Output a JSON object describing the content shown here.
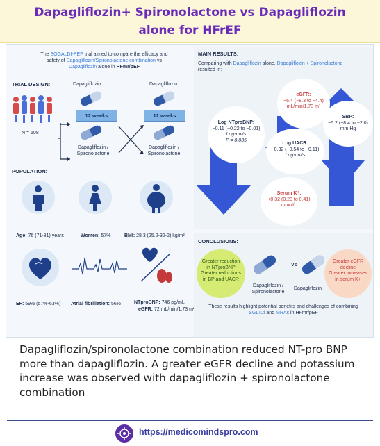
{
  "header": {
    "title": "Dapagliflozin+ Spironolactone vs Dapagliflozin alone for HFrEF"
  },
  "abstract": {
    "intro": {
      "line1a": "The ",
      "trial": "SOGALDI-PEF",
      "line1b": " trial aimed to compare the efficacy and",
      "line2a": "safety of ",
      "combo": "Dapagliflozin/Spironolactone combination",
      "line2b": " vs",
      "dapa": "Dapagliflozin",
      "line3b": " alone in ",
      "population": "HFmr/pEF"
    },
    "trial_design": {
      "label": "TRIAL DESIGN:",
      "n": "N = 108",
      "weeks": "12 weeks",
      "arm_top": "Dapagliflozin",
      "arm_bottom_1": "Dapagliflozin /",
      "arm_bottom_2": "Spironolactone"
    },
    "population": {
      "label": "POPULATION:",
      "age_key": "Age:",
      "age_val": " 76 (71-81) years",
      "women_key": "Women:",
      "women_val": " 57%",
      "bmi_key": "BMI:",
      "bmi_val": " 28.3 (25.2-32-2) kg/m²",
      "ef_key": "EF:",
      "ef_val": " 59% (57%-63%)",
      "af_key": "Atrial fibrillation:",
      "af_val": " 56%",
      "ntprobnp_key": "NTproBNP:",
      "ntprobnp_val": " 746 pg/mL",
      "egfr_key": "eGFR:",
      "egfr_val": " 72 mL/min/1.73 m²"
    },
    "main_results": {
      "label": "MAIN RESULTS:",
      "sub1": "Comparing with ",
      "sub_dapa": "Dapagliflozin",
      "sub2": " alone, ",
      "sub_combo": "Dapagliflozin + Spironolactone",
      "sub3": "resulted in:",
      "ntprobnp": {
        "title": "Log NTproBNP:",
        "value": "−0.11 (−0.22 to −0.01)",
        "unit": "Log-units",
        "p": "P = 0.035"
      },
      "egfr": {
        "title": "eGFR:",
        "value": "−6.4 (−8.3 to −4.4)",
        "unit": "mL/min/1.73 m²"
      },
      "uacr": {
        "title": "Log UACR:",
        "value": "−0.32 (−0.54 to −0.11)",
        "unit": "Log-units"
      },
      "sbp": {
        "title": "SBP:",
        "value": "−5.2 (−8.4 to −2.0)",
        "unit": "mm Hg"
      },
      "potassium": {
        "title": "Serum K⁺:",
        "value": "+0.32 (0.23 to 0.41)",
        "unit": "mmol/L"
      }
    },
    "conclusions": {
      "label": "CONCLUSIONS:",
      "green_1": "Greater reduction",
      "green_2": "in NTproBNP",
      "green_3": "Greater reductions",
      "green_4": "in BP and UACR",
      "vs": "Vs",
      "left_drug_1": "Dapagliflozin /",
      "left_drug_2": "Spironolactone",
      "right_drug": "Dapagliflozin",
      "red_1": "Greater eGFR",
      "red_2": "decline",
      "red_3": "Greater increases",
      "red_4": "in serum K+",
      "footer_1": "These results highlight potential benefits and challenges of combining",
      "footer_sglt2": "SGLT2i",
      "footer_and": " and ",
      "footer_mras": "MRAs",
      "footer_tail": " in HFmr/pEF"
    }
  },
  "caption": "Dapagliflozin/spironolactone combination reduced NT-pro BNP more than dapagliflozin. A greater eGFR decline and potassium increase was observed with dapagliflozin + spironolactone combination",
  "footer": {
    "url": "https://medicomindspro.com"
  }
}
